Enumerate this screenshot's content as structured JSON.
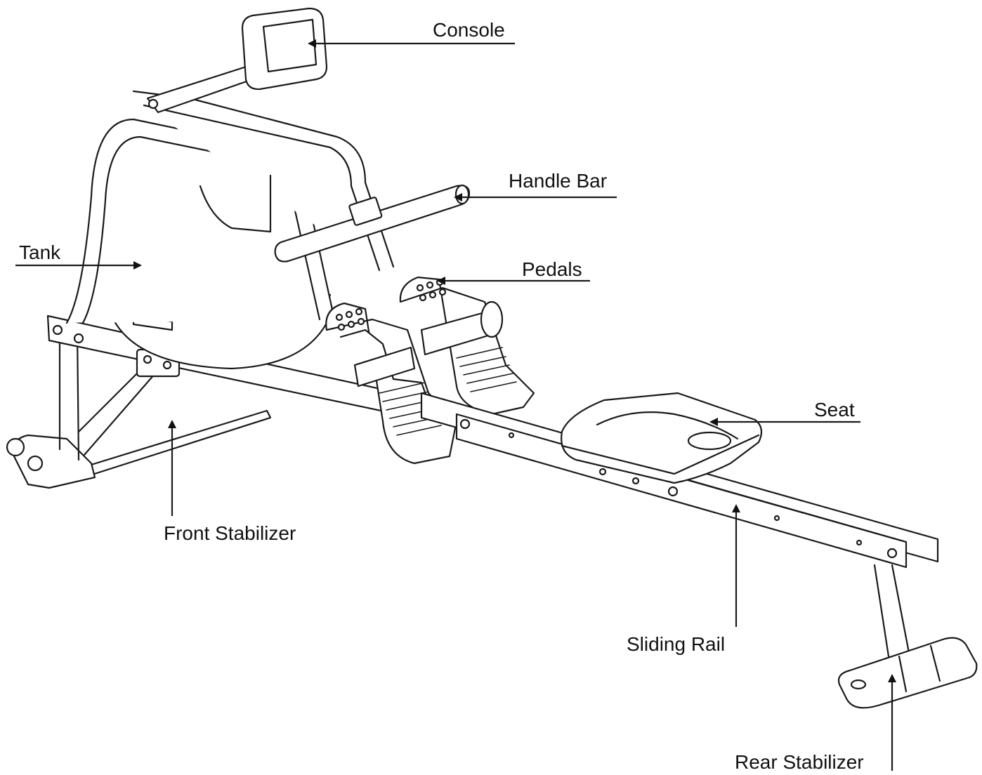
{
  "labels": {
    "console": "Console",
    "handle_bar": "Handle Bar",
    "tank": "Tank",
    "pedals": "Pedals",
    "seat": "Seat",
    "front_stabilizer": "Front Stabilizer",
    "sliding_rail": "Sliding Rail",
    "rear_stabilizer": "Rear Stabilizer"
  },
  "colors": {
    "line": "#1a1a1a",
    "background": "#ffffff"
  }
}
